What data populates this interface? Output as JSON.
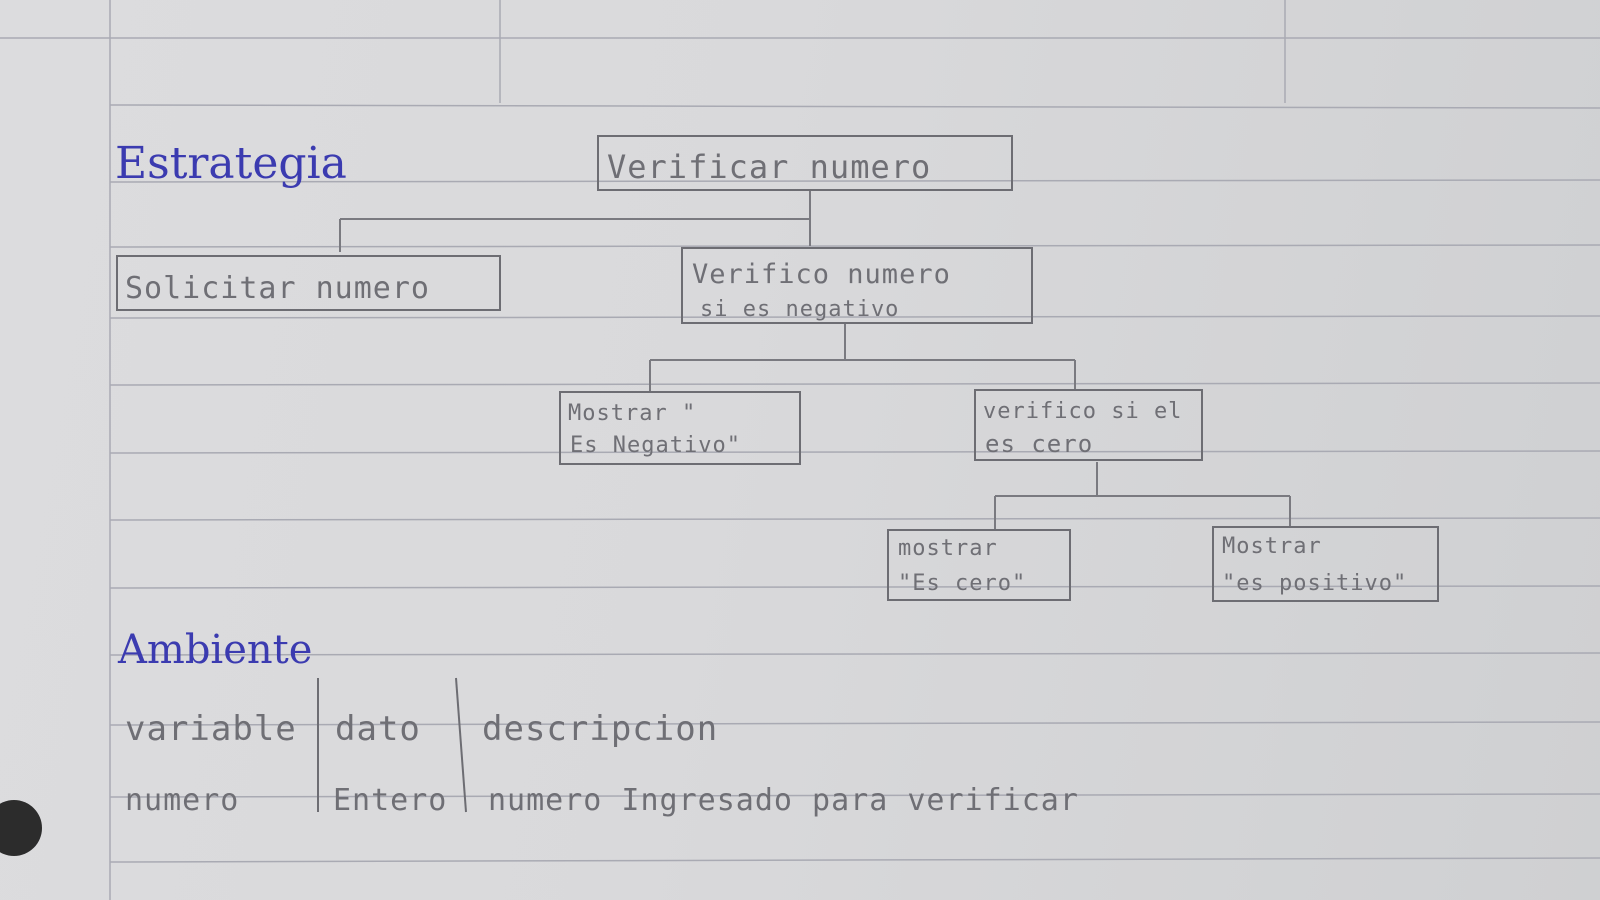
{
  "sections": {
    "strategy_title": "Estrategia",
    "environment_title": "Ambiente"
  },
  "tree": {
    "root": "Verificar numero",
    "request": "Solicitar numero",
    "check_negative": [
      "Verifico numero",
      "si es negativo"
    ],
    "show_negative": [
      "Mostrar \"",
      "Es Negativo\""
    ],
    "check_zero": [
      "verifico si el",
      "es cero"
    ],
    "show_zero": [
      "mostrar",
      "\"Es cero\""
    ],
    "show_positive": [
      "Mostrar",
      "\"es positivo\""
    ]
  },
  "table": {
    "headers": [
      "variable",
      "dato",
      "descripcion"
    ],
    "rows": [
      [
        "numero",
        "Entero",
        "numero Ingresado para verificar"
      ]
    ]
  },
  "colors": {
    "ink": "#3b3bb0",
    "pencil": "#6f6f75",
    "rule_line": "#a9aab3"
  }
}
